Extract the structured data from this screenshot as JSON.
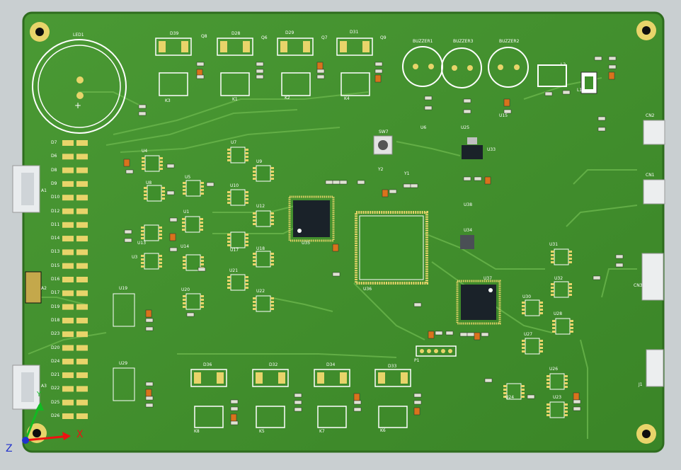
{
  "colors": {
    "board": "#3f8f2c",
    "board_dark": "#2f7420",
    "trace": "#6fb752",
    "pad": "#f0e6a8",
    "silk": "#ffffff",
    "chip": "#1f2a33",
    "led": "#f7f7f7",
    "smd": "#d9731c"
  },
  "board": {
    "led_label": "LED1",
    "buzzers": [
      "BUZZER1",
      "BUZZER3",
      "BUZZER2"
    ],
    "diode_top": [
      "D39",
      "D28",
      "D29",
      "D31"
    ],
    "q_top": [
      "Q8",
      "Q6",
      "Q7",
      "Q9"
    ],
    "relay_top": [
      "K3",
      "K1",
      "K2",
      "K4"
    ],
    "diode_bottom": [
      "D36",
      "D32",
      "D34",
      "D33"
    ],
    "relay_bottom": [
      "K8",
      "K5",
      "K7",
      "K6"
    ],
    "u_left_col": [
      "U4",
      "U8",
      "U5",
      "U1",
      "U13",
      "U3",
      "U14",
      "U20"
    ],
    "u_mid_col": [
      "U7",
      "U9",
      "U10",
      "U12",
      "U17",
      "U18",
      "U21",
      "U22"
    ],
    "mcu_main": "U36",
    "mcu_left": "U35",
    "mcu_right": "U37",
    "regulator": "U33",
    "switch": "SW7",
    "connectors": [
      "CN2",
      "CN1",
      "CN3",
      "J1"
    ],
    "left_headers": [
      "A1",
      "A2",
      "A3"
    ],
    "row_labels": [
      "D7",
      "D6",
      "D8",
      "D9",
      "D10",
      "D12",
      "D11",
      "D14",
      "D13",
      "D15",
      "D16",
      "D17",
      "D19",
      "D18",
      "D23",
      "D20",
      "D24",
      "D21",
      "D22",
      "D25",
      "D26"
    ],
    "header_p1": "P1",
    "right_u": [
      "U31",
      "U32",
      "U30",
      "U28",
      "U27",
      "U26",
      "U24",
      "U23"
    ],
    "misc_labels": [
      "U19",
      "U29",
      "U38",
      "U34",
      "Y1",
      "Y2",
      "L1",
      "L2",
      "U6",
      "U25",
      "U15"
    ]
  },
  "axes": {
    "x": "X",
    "y": "Y",
    "z": "Z"
  }
}
